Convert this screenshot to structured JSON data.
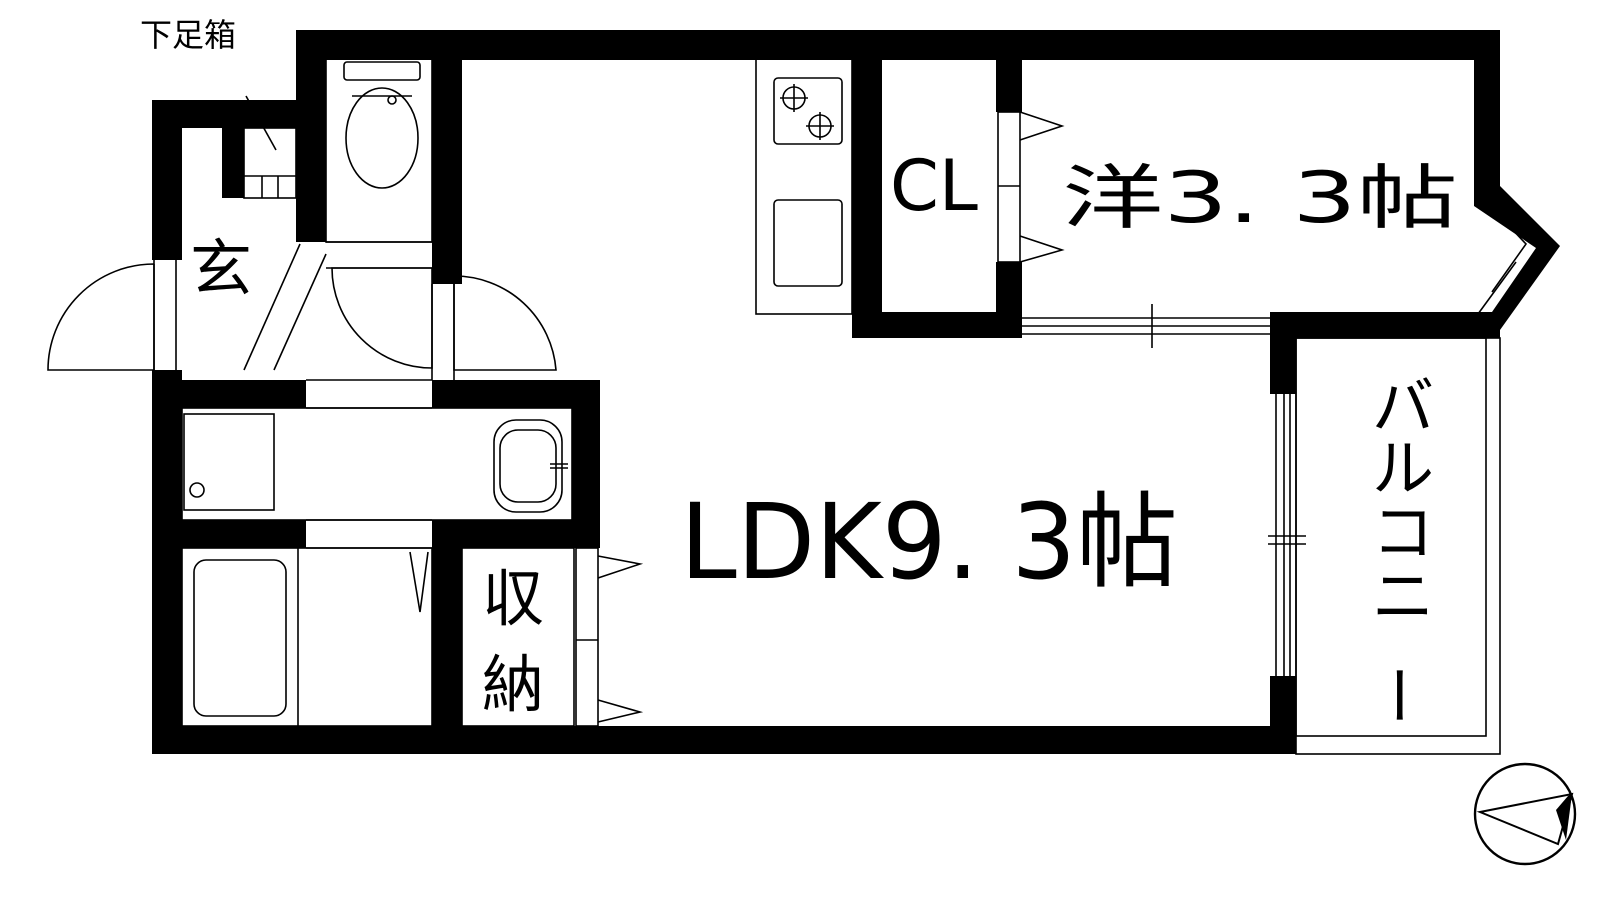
{
  "floorplan": {
    "rooms": {
      "ldk": "LDK9. 3帖",
      "western": "洋3. 3帖",
      "closet": "CL",
      "entrance": "玄",
      "storage_line1": "収",
      "storage_line2": "納",
      "balcony": [
        "バ",
        "ル",
        "コ",
        "ニ",
        "ー"
      ]
    },
    "notes": {
      "shoe_box": "下足箱"
    },
    "colors": {
      "wall": "#000000",
      "background": "#ffffff",
      "line": "#000000"
    }
  }
}
